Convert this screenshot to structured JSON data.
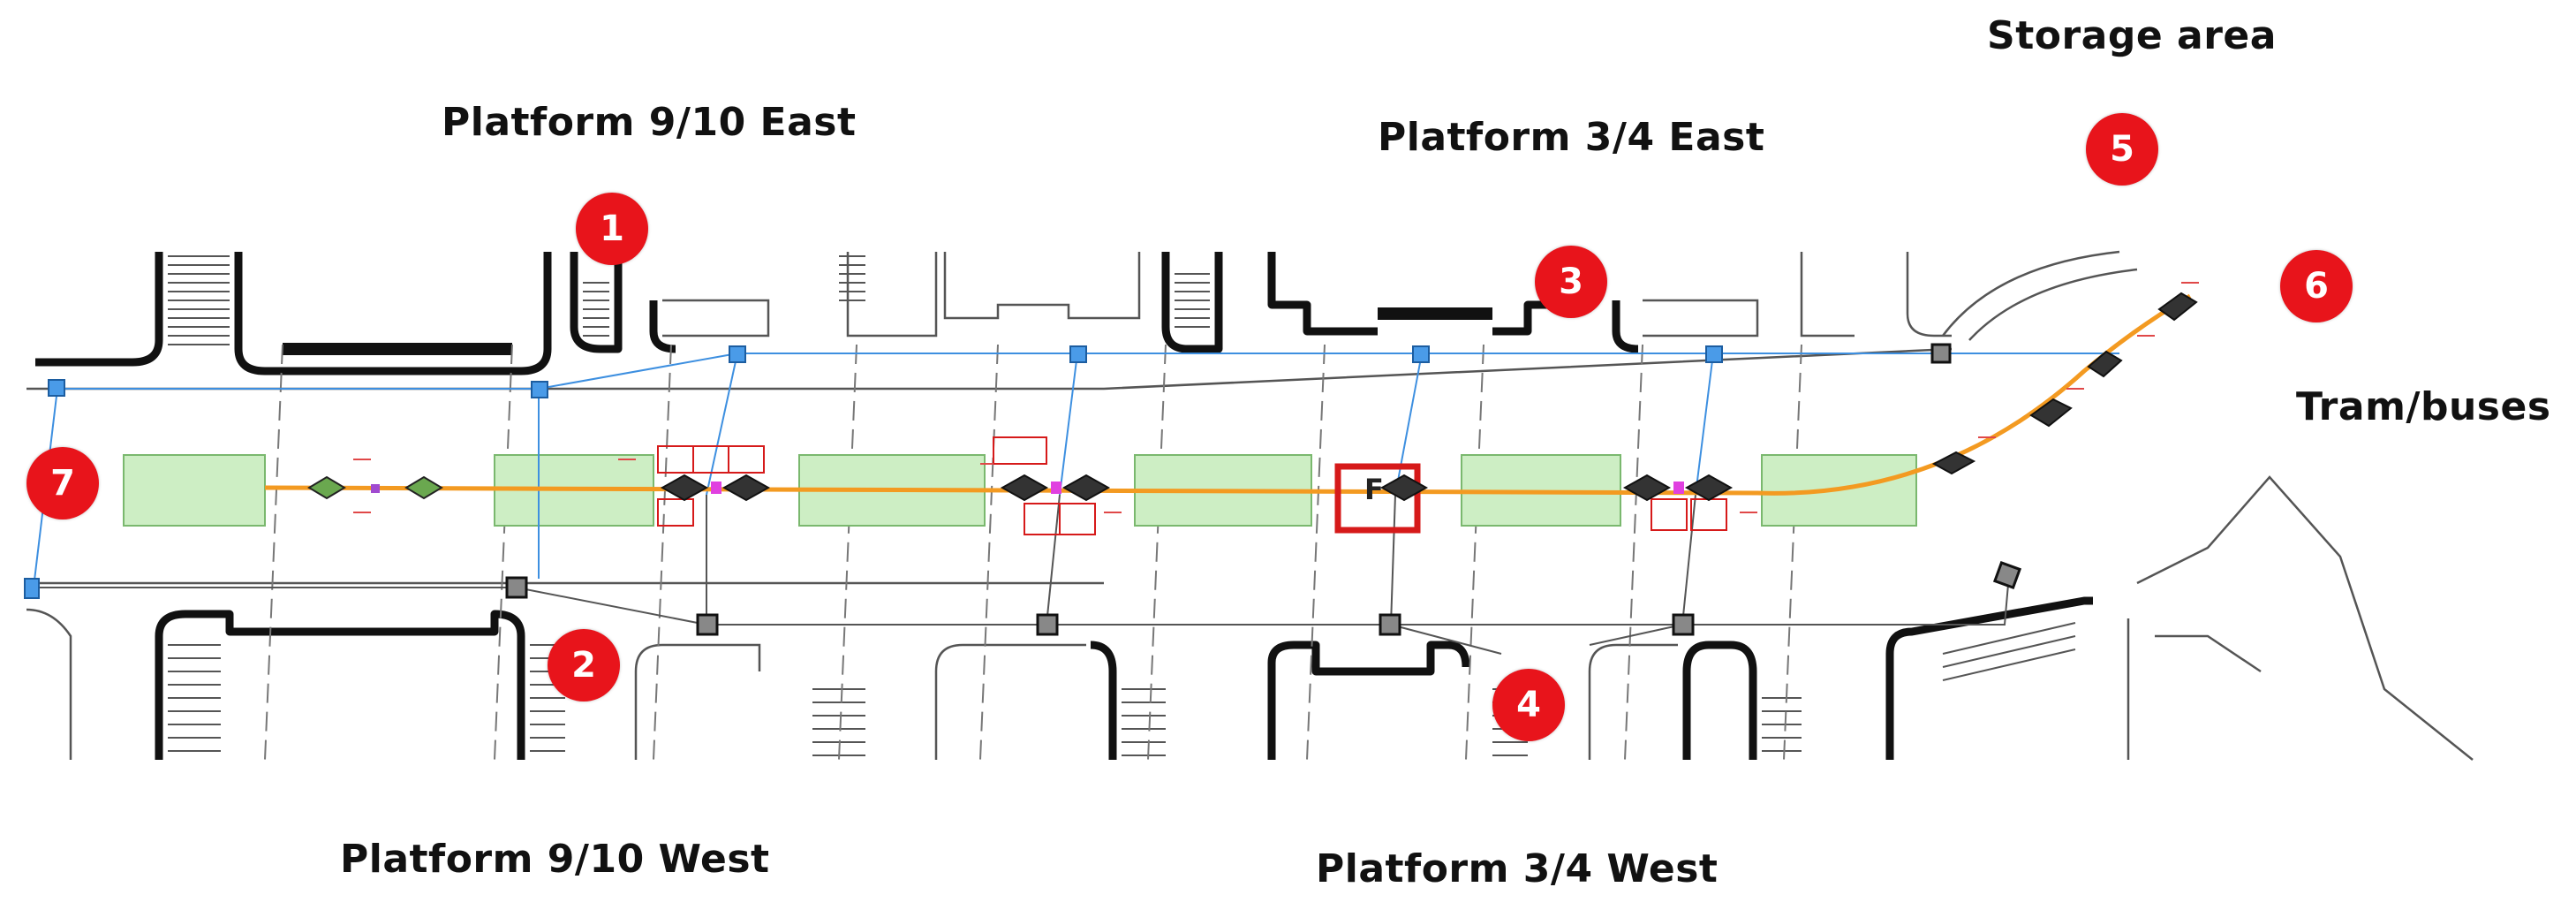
{
  "labels": {
    "platform_9_10_east": "Platform 9/10 East",
    "platform_3_4_east": "Platform 3/4 East",
    "storage_area": "Storage area",
    "tram_buses": "Tram/buses",
    "platform_9_10_west": "Platform 9/10 West",
    "platform_3_4_west": "Platform 3/4 West"
  },
  "markers": [
    "1",
    "2",
    "3",
    "4",
    "5",
    "6",
    "7"
  ],
  "equipment_label": "F",
  "colors": {
    "marker_red": "#e8141b",
    "platform_green": "#cdeec4",
    "track_orange": "#f39a21",
    "cable_blue": "#3d8fe0",
    "box_red": "#d61a1a",
    "magenta": "#e040e0"
  }
}
